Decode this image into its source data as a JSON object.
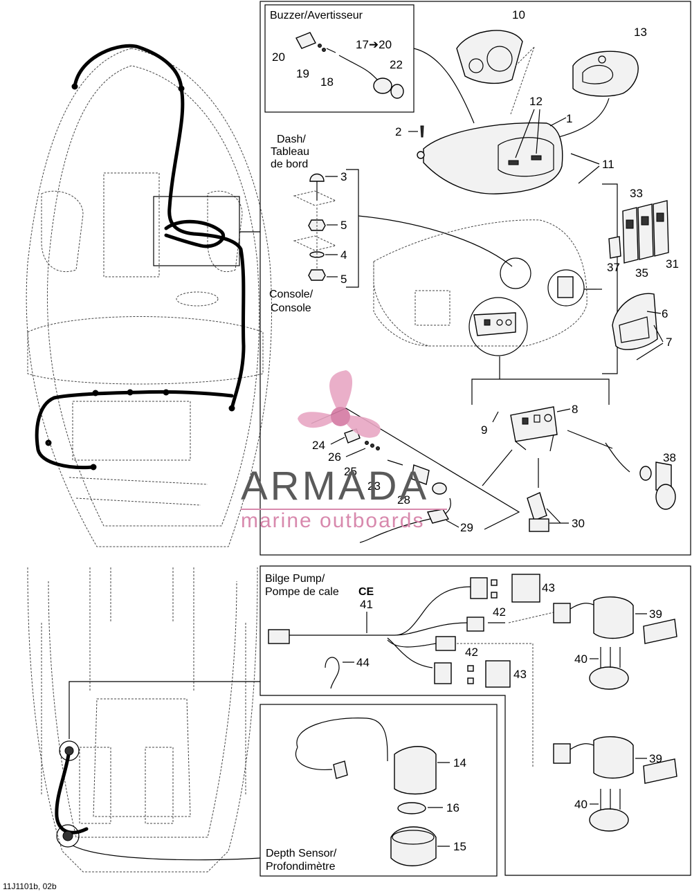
{
  "boxes": {
    "buzzer": "Buzzer/Avertisseur",
    "dash_1": "Dash/",
    "dash_2": "Tableau",
    "dash_3": "de bord",
    "console_1": "Console/",
    "console_2": "Console",
    "bilge_1": "Bilge Pump/",
    "bilge_2": "Pompe de cale",
    "ce": "CE",
    "depth_1": "Depth Sensor/",
    "depth_2": "Profondimètre"
  },
  "callouts": {
    "c1": "1",
    "c2": "2",
    "c3": "3",
    "c4": "4",
    "c5a": "5",
    "c5b": "5",
    "c6": "6",
    "c7": "7",
    "c8": "8",
    "c9": "9",
    "c10": "10",
    "c11": "11",
    "c12": "12",
    "c13": "13",
    "c14": "14",
    "c15": "15",
    "c16": "16",
    "c17_20": "17➔20",
    "c18": "18",
    "c19": "19",
    "c20": "20",
    "c22": "22",
    "c23": "23",
    "c24": "24",
    "c25": "25",
    "c26": "26",
    "c28": "28",
    "c29": "29",
    "c30": "30",
    "c31": "31",
    "c33": "33",
    "c35": "35",
    "c37": "37",
    "c38": "38",
    "c39a": "39",
    "c39b": "39",
    "c40a": "40",
    "c40b": "40",
    "c41": "41",
    "c42a": "42",
    "c42b": "42",
    "c43a": "43",
    "c43b": "43",
    "c44": "44"
  },
  "watermark": {
    "brand": "ARMADA",
    "subtitle": "marine outboards"
  },
  "reference": "11J1101b, 02b",
  "colors": {
    "line": "#000000",
    "dashed": "#444444",
    "brand_gray": "#5a5a5a",
    "brand_pink": "#d889ad"
  }
}
